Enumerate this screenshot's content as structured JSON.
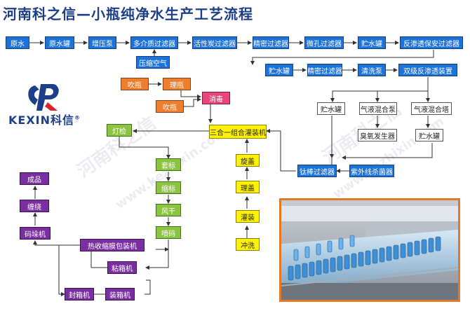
{
  "title": "河南科之信—小瓶纯净水生产工艺流程",
  "watermarks": [
    "河南科之信",
    "www.kezhixin.com",
    "河南科之信",
    "www.kezhixin.com"
  ],
  "logo": {
    "brand": "KEXIN科信",
    "registered": "®"
  },
  "nodes": {
    "yuanshui": "原水",
    "yuanshuiguan": "原水罐",
    "zengyabeng": "增压泵",
    "duojiezhi": "多介质过滤器",
    "huoxingtan": "活性炭过滤器",
    "jingmi1": "精密过滤器",
    "weikong": "微孔过滤器",
    "zhushuiguan1": "贮水罐",
    "fanshentou_baoan": "反渗透保安过滤器",
    "yasuo_kongqi": "压缩空气",
    "zhushuiguan2": "贮水罐",
    "jingmi2": "精密过滤器",
    "qingxibeng": "清洗泵",
    "shuangji_fanshentou": "双级反渗透装置",
    "zhushuiguan3": "贮水罐",
    "qiye_hunhebeng": "气液混合泵",
    "qiye_hunheta": "气液混合塔",
    "chouyang": "臭氧发生器",
    "zhushuiguan4": "贮水罐",
    "tainbang": "钛棒过滤器",
    "ziwaixian": "紫外线杀菌器",
    "chuiping": "吹瓶",
    "liping": "理瓶",
    "chuiping2": "吹瓶",
    "xiaodu": "消毒",
    "sanheyi": "三合一组合灌装机",
    "dengjian": "灯检",
    "taobiao": "套标",
    "suobiao": "缩标",
    "fenggan": "风干",
    "penma": "喷码",
    "xuangai": "旋盖",
    "ligai": "理盖",
    "guanzhuang": "灌装",
    "chongxi": "冲洗",
    "chengpin": "成品",
    "chanrao": "缠绕",
    "maduoji": "码垛机",
    "reshousuo": "热收缩膜包装机",
    "zhanxiangji": "粘箱机",
    "fengxiangji": "封箱机",
    "zhuangxiangji": "装箱机"
  }
}
